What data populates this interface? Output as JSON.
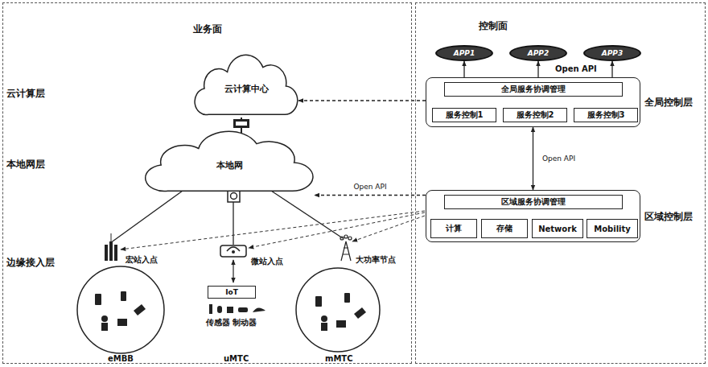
{
  "diagram": {
    "nodes": [
      {
        "text": [
          "业务面"
        ]
      },
      {
        "text": [
          "云计算中心"
        ],
        "in": 0
      },
      {
        "text": [
          "本地网"
        ],
        "in": 0
      },
      {
        "text": [
          "IoT"
        ],
        "in": 0
      },
      {
        "text": [
          "控制面"
        ]
      },
      {
        "text": [
          "APP1"
        ],
        "in": 4
      },
      {
        "text": [
          "APP2"
        ],
        "in": 4
      },
      {
        "text": [
          "APP3"
        ],
        "in": 4
      },
      {
        "text": [
          "全局控制层"
        ],
        "in": 4
      },
      {
        "text": [
          "全局服务协调管理"
        ],
        "in": 8
      },
      {
        "text": [
          "服务控制1"
        ],
        "in": 8
      },
      {
        "text": [
          "服务控制2"
        ],
        "in": 8
      },
      {
        "text": [
          "服务控制3"
        ],
        "in": 8
      },
      {
        "text": [
          "区域控制层"
        ],
        "in": 4
      },
      {
        "text": [
          "区域服务协调管理"
        ],
        "in": 13
      },
      {
        "text": [
          "计算"
        ],
        "in": 13
      },
      {
        "text": [
          "存储"
        ],
        "in": 13
      },
      {
        "text": [
          "Network"
        ],
        "in": 13
      },
      {
        "text": [
          "Mobility"
        ],
        "in": 13
      }
    ],
    "edges": [
      {
        "from": 5,
        "to": 9,
        "arrow": "both"
      },
      {
        "from": 6,
        "to": 9,
        "arrow": "both"
      },
      {
        "from": 7,
        "to": 9,
        "arrow": "both"
      },
      {
        "from": 8,
        "to": 13,
        "arrow": "both",
        "label": "Open API"
      },
      {
        "from": 8,
        "to": 1,
        "arrow": "to"
      },
      {
        "from": 13,
        "to": 2,
        "arrow": "to",
        "label": "Open API"
      }
    ],
    "labels": [
      "Open API",
      "云计算层",
      "本地网层",
      "边缘接入层",
      "宏站入点",
      "微站入点",
      "大功率节点",
      "传感器 制动器",
      "eMBB",
      "uMTC",
      "mMTC"
    ]
  }
}
